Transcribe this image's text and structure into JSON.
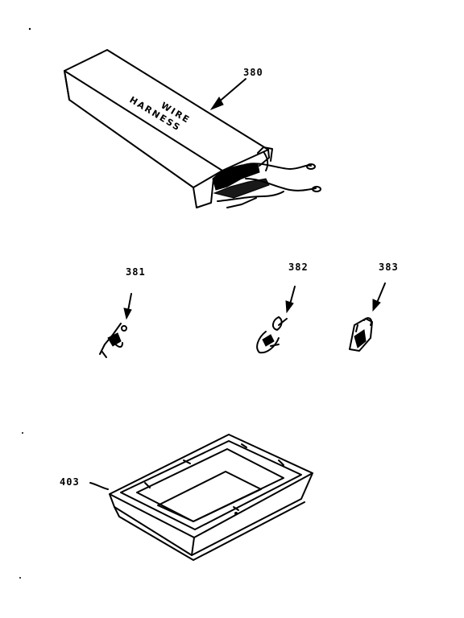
{
  "parts": {
    "wire_harness": {
      "callout": "380",
      "box_text_line1": "WIRE",
      "box_text_line2": "HARNESS"
    },
    "part_381": {
      "callout": "381"
    },
    "part_382": {
      "callout": "382"
    },
    "part_383": {
      "callout": "383"
    },
    "tray": {
      "callout": "403"
    }
  }
}
